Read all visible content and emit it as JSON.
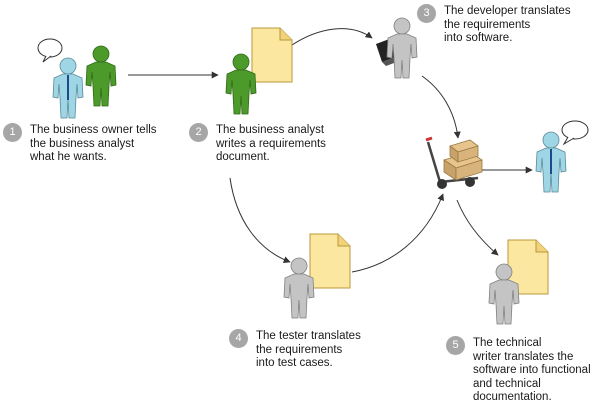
{
  "steps": [
    {
      "number": "1",
      "lines": [
        "The business owner tells",
        "the business analyst",
        "what he wants."
      ]
    },
    {
      "number": "2",
      "lines": [
        "The business analyst",
        "writes a requirements",
        "document."
      ]
    },
    {
      "number": "3",
      "lines": [
        "The developer translates",
        "the requirements",
        "into software."
      ]
    },
    {
      "number": "4",
      "lines": [
        "The tester translates",
        "the requirements",
        "into test cases."
      ]
    },
    {
      "number": "5",
      "lines": [
        "The technical",
        "writer translates the",
        "software into functional",
        "and technical",
        "documentation."
      ]
    }
  ],
  "colors": {
    "owner_blue": "#9fd6e6",
    "analyst_green": "#4c9a2a",
    "team_gray": "#c4c4c4",
    "document_yellow": "#fbe7a0",
    "badge_gray": "#a6a6a6",
    "arrow": "#333333"
  },
  "icons": [
    "speech-bubble-icon",
    "person-icon",
    "document-icon",
    "laptop-icon",
    "hand-truck-icon",
    "box-icon"
  ]
}
